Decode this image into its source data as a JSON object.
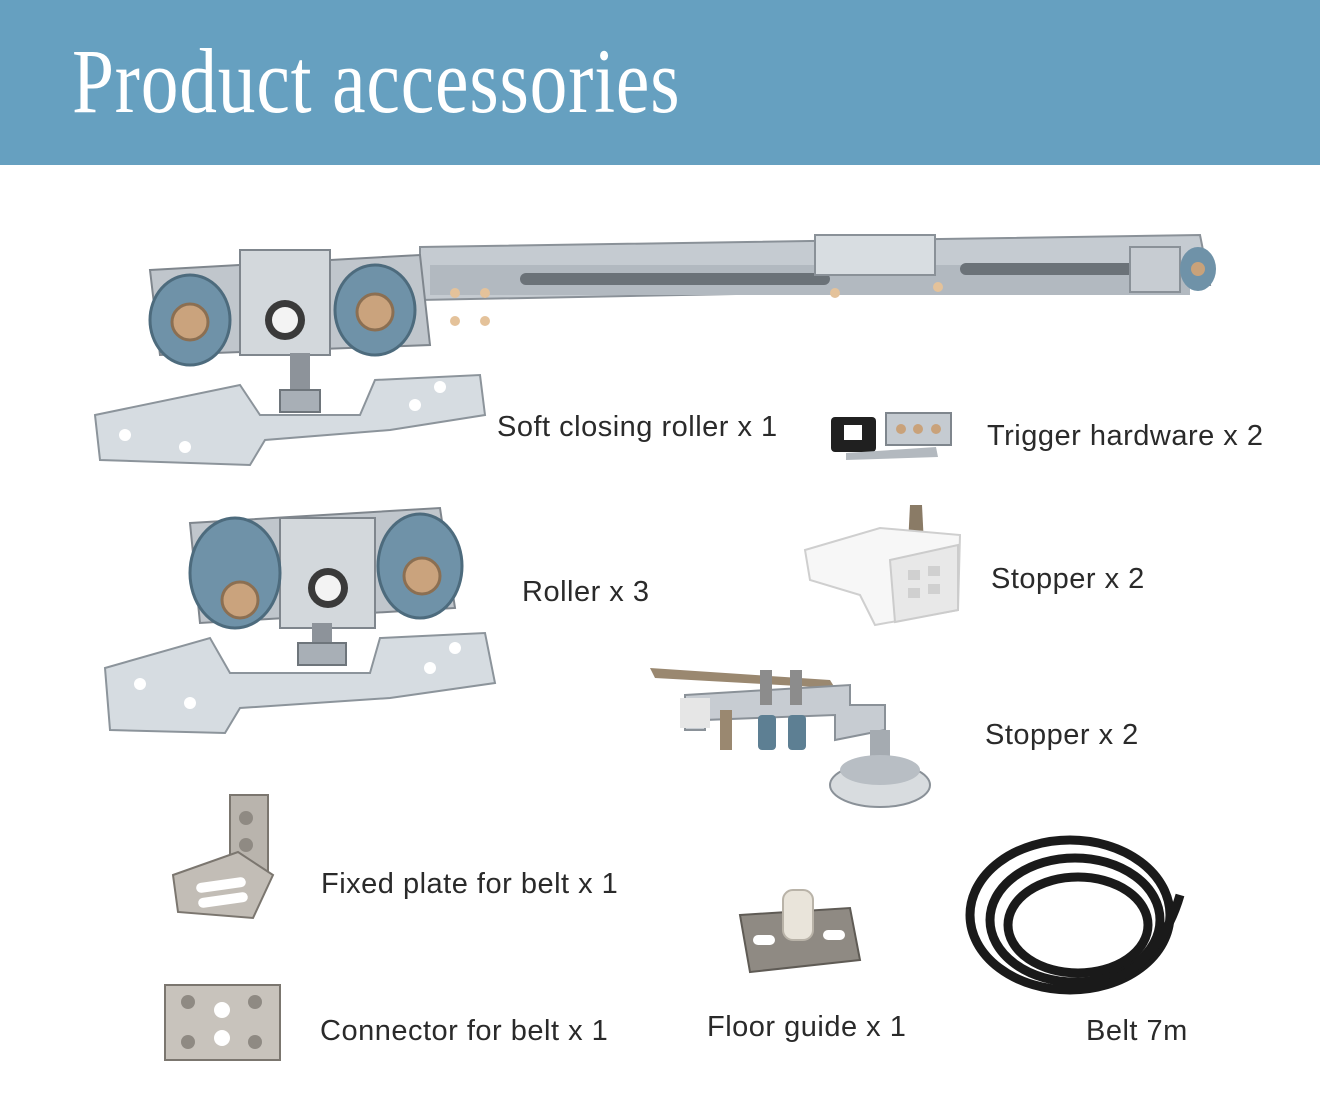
{
  "banner": {
    "title": "Product accessories"
  },
  "colors": {
    "banner": "#66a0c0",
    "wheel": "#6f92a8",
    "metal": "#b9c0c7",
    "belt": "#1a1a1a"
  },
  "items": [
    {
      "label": "Soft closing roller x 1",
      "icon": "soft-closing-roller-icon"
    },
    {
      "label": "Trigger hardware x 2",
      "icon": "trigger-hardware-icon"
    },
    {
      "label": "Roller x 3",
      "icon": "roller-icon"
    },
    {
      "label": "Stopper x 2",
      "icon": "white-stopper-icon"
    },
    {
      "label": "Stopper x 2",
      "icon": "metal-stopper-icon"
    },
    {
      "label": "Fixed plate for belt x 1",
      "icon": "fixed-plate-icon"
    },
    {
      "label": "Belt 7m",
      "icon": "belt-icon"
    },
    {
      "label": "Connector for belt x 1",
      "icon": "connector-icon"
    },
    {
      "label": "Floor guide x 1",
      "icon": "floor-guide-icon"
    }
  ]
}
